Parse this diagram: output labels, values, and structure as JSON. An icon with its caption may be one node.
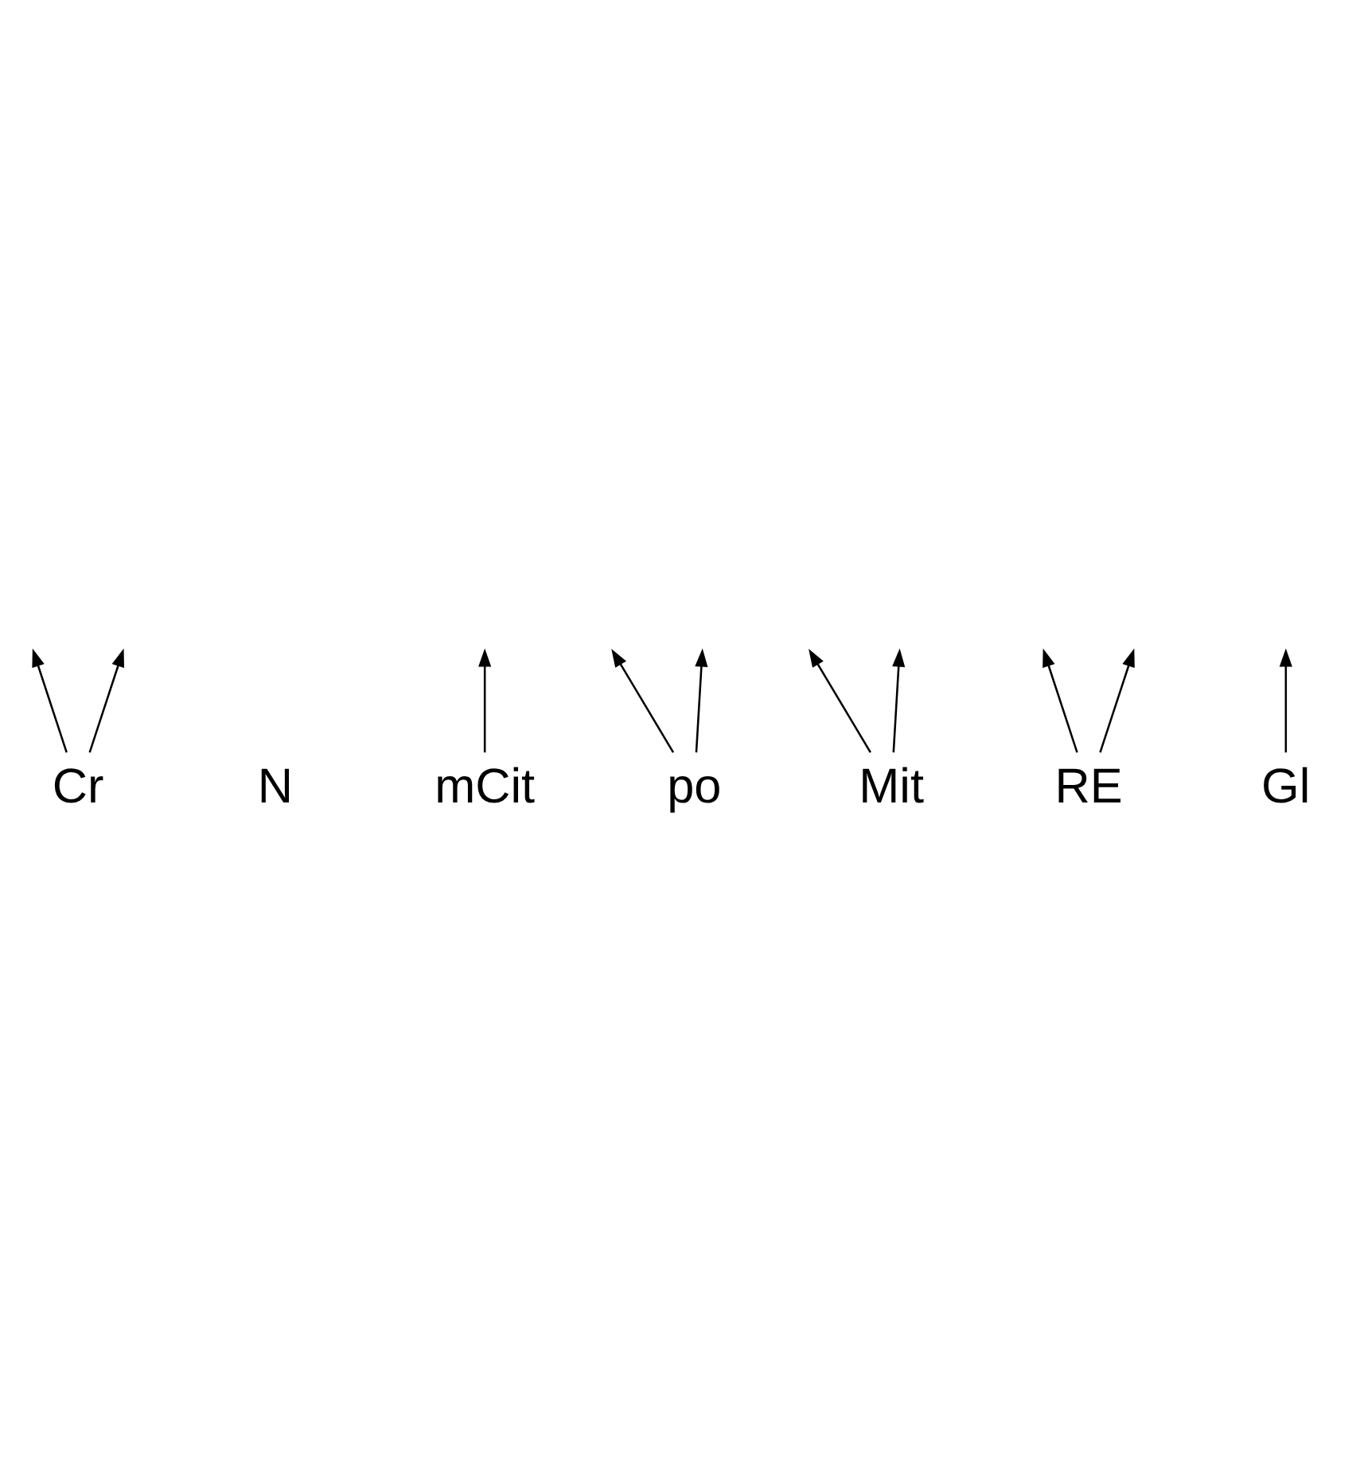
{
  "diagram": {
    "nodes": [
      {
        "text": [
          "Cr"
        ]
      },
      {
        "text": [
          "N"
        ]
      },
      {
        "text": [
          "mCit"
        ]
      },
      {
        "text": [
          "po"
        ]
      },
      {
        "text": [
          "Mit"
        ]
      },
      {
        "text": [
          "RE"
        ]
      },
      {
        "text": [
          "Gl"
        ]
      }
    ],
    "edges": [
      {
        "from": 0,
        "to": null,
        "arrow": "to"
      },
      {
        "from": 0,
        "to": null,
        "arrow": "to"
      },
      {
        "from": 2,
        "to": null,
        "arrow": "to"
      },
      {
        "from": 3,
        "to": null,
        "arrow": "to"
      },
      {
        "from": 3,
        "to": null,
        "arrow": "to"
      },
      {
        "from": 4,
        "to": null,
        "arrow": "to"
      },
      {
        "from": 4,
        "to": null,
        "arrow": "to"
      },
      {
        "from": 6,
        "to": null,
        "arrow": "to"
      },
      {
        "from": 5,
        "to": null,
        "arrow": "to"
      },
      {
        "from": 5,
        "to": null,
        "arrow": "to"
      }
    ]
  }
}
